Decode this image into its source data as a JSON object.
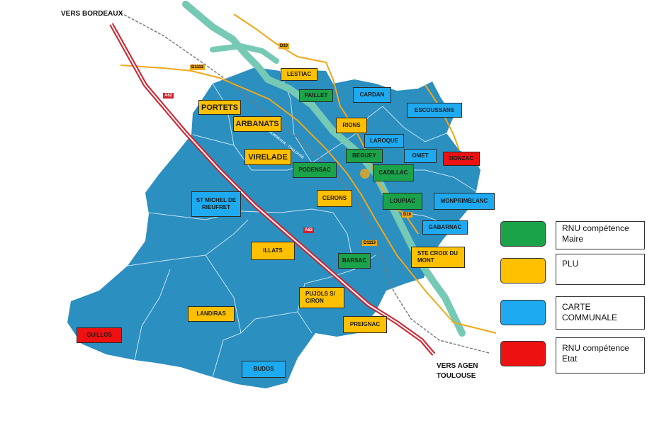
{
  "colors": {
    "rnu_maire": "#1ba34a",
    "plu": "#ffc000",
    "carte": "#1eaaf0",
    "rnu_etat": "#ee1111",
    "territory": "#2b8fc0",
    "river": "#76c9b5",
    "highway": "#d0202c",
    "road": "#f0a818"
  },
  "directions": {
    "bordeaux": "VERS BORDEAUX",
    "agen_line1": "VERS AGEN",
    "agen_line2": "TOULOUSE"
  },
  "roads": {
    "d113_a": "D1113",
    "d10_a": "D10",
    "a62_a": "A62",
    "a62_b": "A62",
    "d113_b": "D1113",
    "d10_b": "D10",
    "railway": "LIGNE SNCF BORDEAUX - TOULOUSE"
  },
  "communes": {
    "lestiac": {
      "name": "LESTIAC",
      "status": "plu"
    },
    "paillet": {
      "name": "PAILLET",
      "status": "rnu_maire"
    },
    "cardan": {
      "name": "CARDAN",
      "status": "carte"
    },
    "portets": {
      "name": "PORTETS",
      "status": "plu"
    },
    "escoussans": {
      "name": "ESCOUSSANS",
      "status": "carte"
    },
    "arbanats": {
      "name": "ARBANATS",
      "status": "plu"
    },
    "rions": {
      "name": "RIONS",
      "status": "plu"
    },
    "laroque": {
      "name": "LAROQUE",
      "status": "carte"
    },
    "virelade": {
      "name": "VIRELADE",
      "status": "plu"
    },
    "beguey": {
      "name": "BEGUEY",
      "status": "rnu_maire"
    },
    "omet": {
      "name": "OMET",
      "status": "carte"
    },
    "donzac": {
      "name": "DONZAC",
      "status": "rnu_etat"
    },
    "podensac": {
      "name": "PODENSAC",
      "status": "rnu_maire"
    },
    "cadillac": {
      "name": "CADILLAC",
      "status": "rnu_maire"
    },
    "st_michel": {
      "name": "ST MICHEL DE RIEUFRET",
      "status": "carte"
    },
    "cerons": {
      "name": "CERONS",
      "status": "plu"
    },
    "loupiac": {
      "name": "LOUPIAC",
      "status": "rnu_maire"
    },
    "monprimblanc": {
      "name": "MONPRIMBLANC",
      "status": "carte"
    },
    "gabarnac": {
      "name": "GABARNAC",
      "status": "carte"
    },
    "illats": {
      "name": "ILLATS",
      "status": "plu"
    },
    "ste_croix": {
      "name": "STE CROIX DU MONT",
      "status": "plu"
    },
    "barsac": {
      "name": "BARSAC",
      "status": "rnu_maire"
    },
    "pujols": {
      "name": "PUJOLS S/ CIRON",
      "status": "plu"
    },
    "landiras": {
      "name": "LANDIRAS",
      "status": "plu"
    },
    "preignac": {
      "name": "PREIGNAC",
      "status": "plu"
    },
    "guillos": {
      "name": "GUILLOS",
      "status": "rnu_etat"
    },
    "budos": {
      "name": "BUDOS",
      "status": "carte"
    }
  },
  "legend": {
    "rnu_maire": "RNU compétence Maire",
    "plu": "PLU",
    "carte": "CARTE COMMUNALE",
    "rnu_etat": "RNU compétence Etat"
  }
}
